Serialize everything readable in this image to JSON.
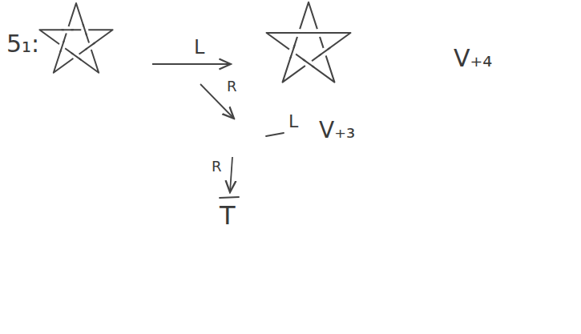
{
  "diagram": {
    "labels": [
      "5₁:",
      "L",
      "V₊₄",
      "R",
      "L",
      "V₊₃",
      "R",
      "T"
    ]
  }
}
